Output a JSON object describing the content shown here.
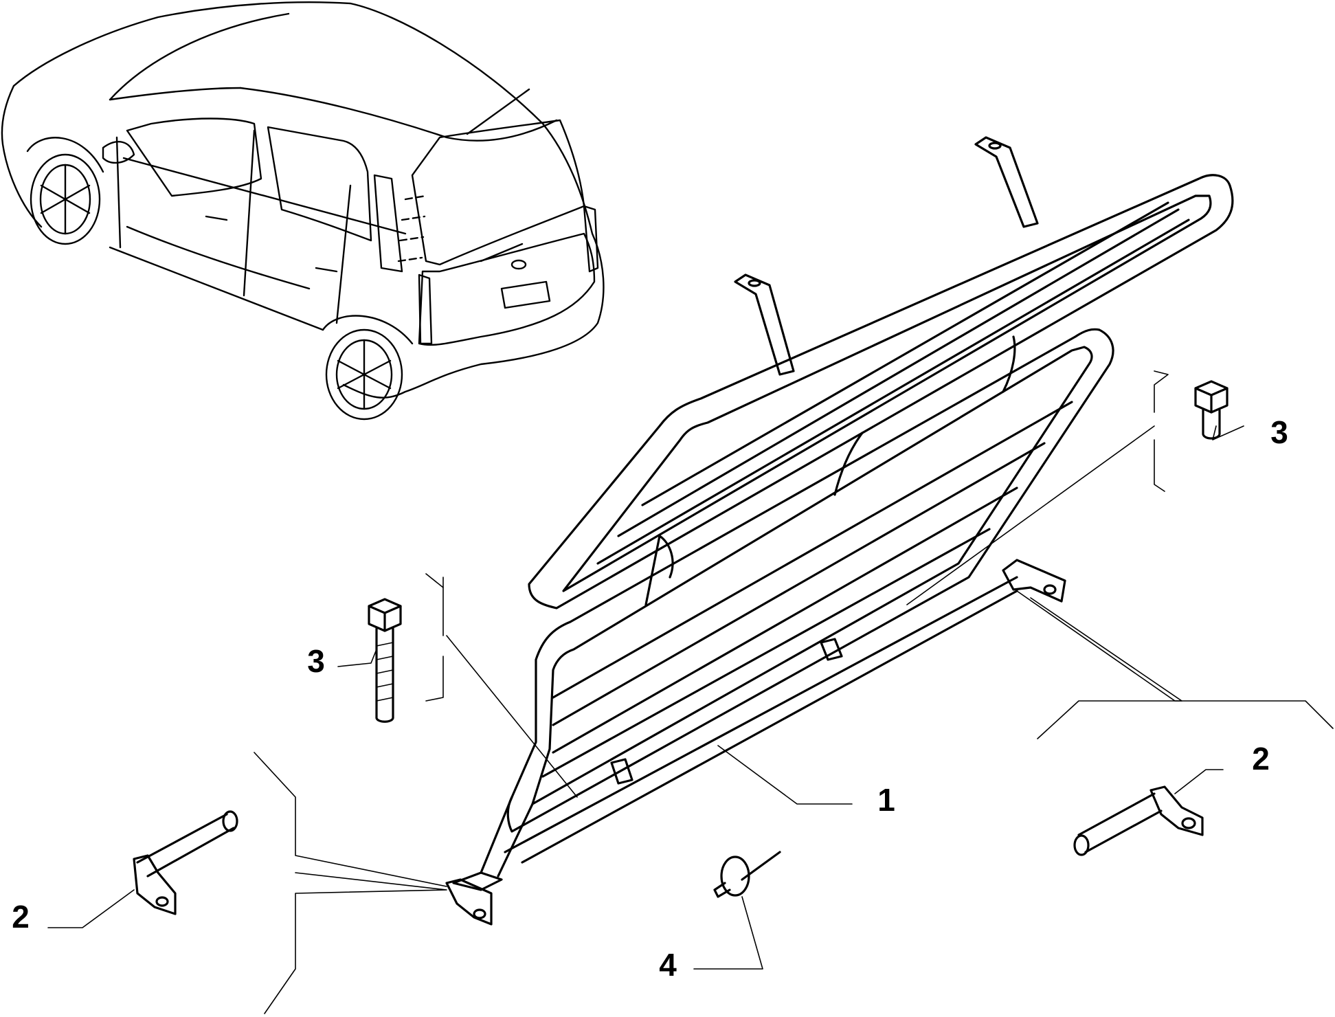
{
  "callouts": [
    {
      "id": "frame",
      "label": "1"
    },
    {
      "id": "pin-right",
      "label": "2"
    },
    {
      "id": "pin-left",
      "label": "2"
    },
    {
      "id": "bolt-right",
      "label": "3"
    },
    {
      "id": "bolt-left",
      "label": "3"
    },
    {
      "id": "rivet",
      "label": "4"
    }
  ]
}
